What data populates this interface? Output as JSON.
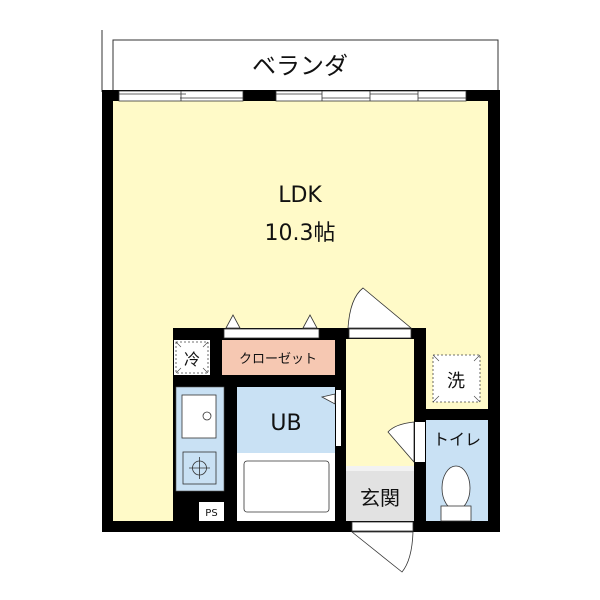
{
  "plan": {
    "balcony_label": "ベランダ",
    "ldk_label": "LDK",
    "ldk_size": "10.3帖",
    "closet_label": "クローゼット",
    "fridge_label": "冷",
    "washer_label": "洗",
    "bath_label": "UB",
    "toilet_label": "トイレ",
    "entrance_label": "玄関",
    "ps_label": "PS"
  },
  "colors": {
    "living": "#fffac8",
    "wet": "#c9e1f4",
    "closet": "#f6c8b2",
    "entrance": "#e2e2e2",
    "wall": "#000000",
    "outline": "#333333"
  }
}
